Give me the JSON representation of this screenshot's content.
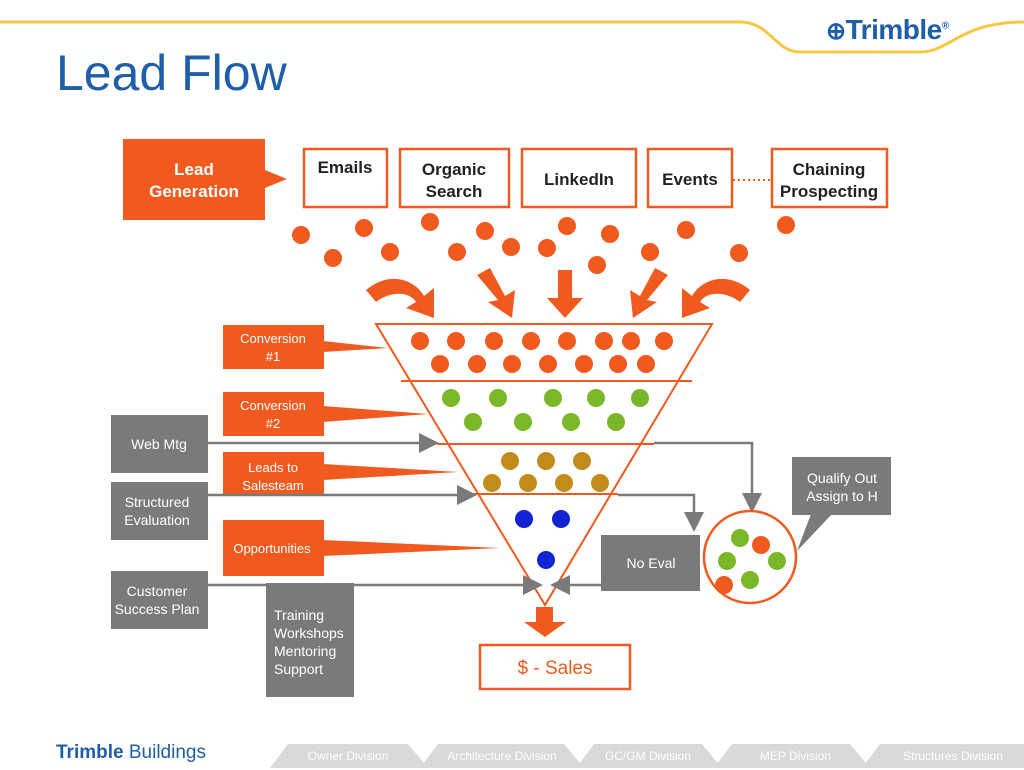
{
  "page": {
    "title": "Lead Flow",
    "logo_text": "Trimble",
    "footer_brand_bold": "Trimble",
    "footer_brand_rest": "Buildings",
    "footer_tabs": [
      "Owner Division",
      "Architecture Division",
      "GC/GM Division",
      "MEP Division",
      "Structures Division"
    ]
  },
  "diagram": {
    "lead_generation": [
      "Lead",
      "Generation"
    ],
    "sources": [
      {
        "lines": [
          "Emails"
        ]
      },
      {
        "lines": [
          "Organic",
          "Search"
        ]
      },
      {
        "lines": [
          "LinkedIn"
        ]
      },
      {
        "lines": [
          "Events"
        ]
      },
      {
        "lines": [
          "Chaining",
          "Prospecting"
        ]
      }
    ],
    "stages": [
      {
        "lines": [
          "Conversion",
          "#1"
        ]
      },
      {
        "lines": [
          "Conversion",
          "#2"
        ]
      },
      {
        "lines": [
          "Leads to",
          "Salesteam"
        ]
      },
      {
        "lines": [
          "Opportunities"
        ]
      }
    ],
    "inputs": [
      {
        "lines": [
          "Web Mtg"
        ]
      },
      {
        "lines": [
          "Structured",
          "Evaluation"
        ]
      },
      {
        "lines": [
          "Customer",
          "Success Plan"
        ]
      }
    ],
    "training": [
      "Training",
      "Workshops",
      "Mentoring",
      "Support"
    ],
    "no_eval": "No Eval",
    "qualify_out": [
      "Qualify Out",
      "Assign to H"
    ],
    "sales": "$ - Sales",
    "colors": {
      "orange": "#f05a1e",
      "green": "#7ab829",
      "gold": "#c18c1c",
      "blue": "#1223d4",
      "gray": "#7a7a7a",
      "accent_line": "#f5c842",
      "brand_blue": "#1f5ea8"
    }
  }
}
